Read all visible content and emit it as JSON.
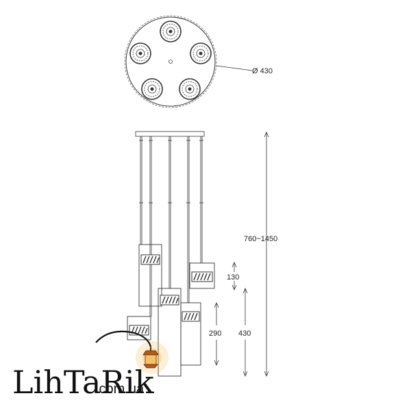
{
  "dimensions": {
    "diameter": "Ø 430",
    "height_range": "760~1450",
    "small_shade_height": "130",
    "medium_shade_height": "290",
    "tall_shade_height": "430"
  },
  "logo": {
    "brand": "LihTaRik",
    "domain": ".com.ua"
  },
  "colors": {
    "line": "#333333",
    "lamp_glow": "#f5a623",
    "lamp_body": "#b35a1f"
  },
  "icons": {
    "lamp": "hanging-lantern-icon"
  }
}
